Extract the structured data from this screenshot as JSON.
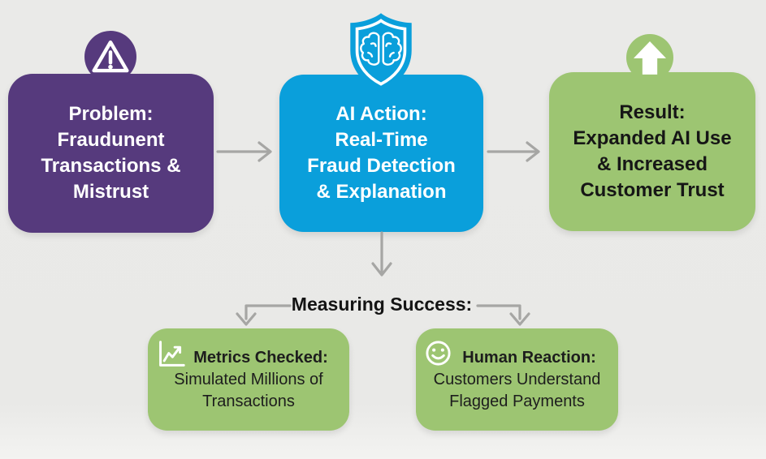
{
  "colors": {
    "background": "#e9e9e7",
    "problem_purple": "#563a7d",
    "action_blue": "#0a9fdb",
    "result_green": "#9dc572",
    "arrow_gray": "#a6a6a4",
    "text_light": "#ffffff",
    "text_dark": "#1a1a1a"
  },
  "top_row": [
    {
      "key": "problem",
      "icon": "warning-triangle-icon",
      "lines": [
        "Problem:",
        "Fraudunent",
        "Transactions &",
        "Mistrust"
      ]
    },
    {
      "key": "ai_action",
      "icon": "shield-brain-icon",
      "lines": [
        "AI Action:",
        "Real-Time",
        "Fraud Detection",
        "& Explanation"
      ]
    },
    {
      "key": "result",
      "icon": "up-arrow-icon",
      "lines": [
        "Result:",
        "Expanded AI Use",
        "& Increased",
        "Customer Trust"
      ]
    }
  ],
  "measuring_label": "Measuring Success:",
  "bottom_row": [
    {
      "key": "metrics",
      "icon": "line-chart-icon",
      "title": "Metrics Checked:",
      "lines": [
        "Simulated Millions of",
        "Transactions"
      ]
    },
    {
      "key": "human_reaction",
      "icon": "smiley-icon",
      "title": "Human Reaction:",
      "lines": [
        "Customers Understand",
        "Flagged Payments"
      ]
    }
  ]
}
